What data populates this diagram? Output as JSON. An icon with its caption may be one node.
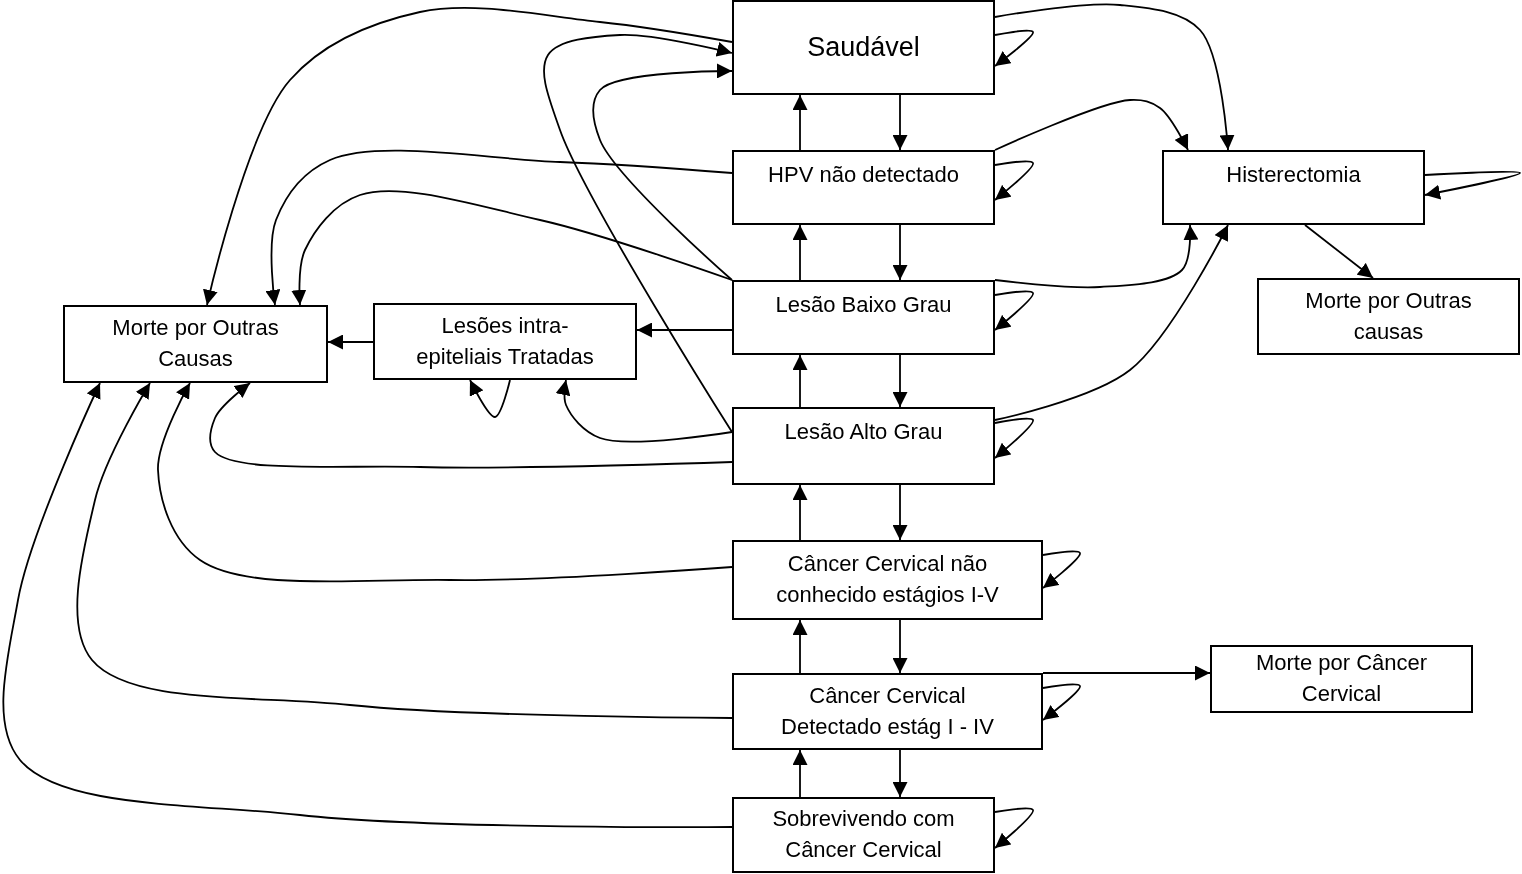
{
  "diagram": {
    "nodes": [
      {
        "text": [
          "Saudável"
        ]
      },
      {
        "text": [
          "HPV não detectado"
        ]
      },
      {
        "text": [
          "Histerectomia"
        ]
      },
      {
        "text": [
          "Lesão Baixo Grau"
        ]
      },
      {
        "text": [
          "Morte por Outras Causas"
        ]
      },
      {
        "text": [
          "Lesões intra-epiteliais Tratadas"
        ]
      },
      {
        "text": [
          "Morte por Outras causas"
        ]
      },
      {
        "text": [
          "Lesão Alto Grau"
        ]
      },
      {
        "text": [
          "Câncer Cervical não conhecido estágios I-V"
        ]
      },
      {
        "text": [
          "Morte por Câncer Cervical"
        ]
      },
      {
        "text": [
          "Câncer Cervical Detectado estág I - IV"
        ]
      },
      {
        "text": [
          "Sobrevivendo com Câncer Cervical"
        ]
      }
    ],
    "edges": [
      {
        "from": 0,
        "to": 0,
        "arrow": "to"
      },
      {
        "from": 0,
        "to": 1,
        "arrow": "to"
      },
      {
        "from": 1,
        "to": 0,
        "arrow": "to"
      },
      {
        "from": 1,
        "to": 1,
        "arrow": "to"
      },
      {
        "from": 1,
        "to": 3,
        "arrow": "to"
      },
      {
        "from": 3,
        "to": 1,
        "arrow": "to"
      },
      {
        "from": 3,
        "to": 3,
        "arrow": "to"
      },
      {
        "from": 3,
        "to": 7,
        "arrow": "to"
      },
      {
        "from": 7,
        "to": 3,
        "arrow": "to"
      },
      {
        "from": 7,
        "to": 7,
        "arrow": "to"
      },
      {
        "from": 7,
        "to": 8,
        "arrow": "to"
      },
      {
        "from": 8,
        "to": 7,
        "arrow": "to"
      },
      {
        "from": 8,
        "to": 8,
        "arrow": "to"
      },
      {
        "from": 8,
        "to": 10,
        "arrow": "to"
      },
      {
        "from": 10,
        "to": 8,
        "arrow": "to"
      },
      {
        "from": 10,
        "to": 10,
        "arrow": "to"
      },
      {
        "from": 10,
        "to": 11,
        "arrow": "to"
      },
      {
        "from": 11,
        "to": 10,
        "arrow": "to"
      },
      {
        "from": 11,
        "to": 11,
        "arrow": "to"
      },
      {
        "from": 10,
        "to": 9,
        "arrow": "to"
      },
      {
        "from": 0,
        "to": 2,
        "arrow": "to"
      },
      {
        "from": 1,
        "to": 2,
        "arrow": "to"
      },
      {
        "from": 3,
        "to": 2,
        "arrow": "to"
      },
      {
        "from": 7,
        "to": 2,
        "arrow": "to"
      },
      {
        "from": 2,
        "to": 6,
        "arrow": "to"
      },
      {
        "from": 3,
        "to": 5,
        "arrow": "to"
      },
      {
        "from": 5,
        "to": 4,
        "arrow": "to"
      },
      {
        "from": 5,
        "to": 5,
        "arrow": "to"
      },
      {
        "from": 7,
        "to": 5,
        "arrow": "to"
      },
      {
        "from": 0,
        "to": 4,
        "arrow": "to"
      },
      {
        "from": 1,
        "to": 4,
        "arrow": "to"
      },
      {
        "from": 3,
        "to": 4,
        "arrow": "to"
      },
      {
        "from": 7,
        "to": 4,
        "arrow": "to"
      },
      {
        "from": 8,
        "to": 4,
        "arrow": "to"
      },
      {
        "from": 10,
        "to": 4,
        "arrow": "to"
      },
      {
        "from": 11,
        "to": 4,
        "arrow": "to"
      },
      {
        "from": 3,
        "to": 0,
        "arrow": "to"
      },
      {
        "from": 7,
        "to": 0,
        "arrow": "to"
      },
      {
        "from": 2,
        "to": 2,
        "arrow": "to"
      }
    ]
  }
}
